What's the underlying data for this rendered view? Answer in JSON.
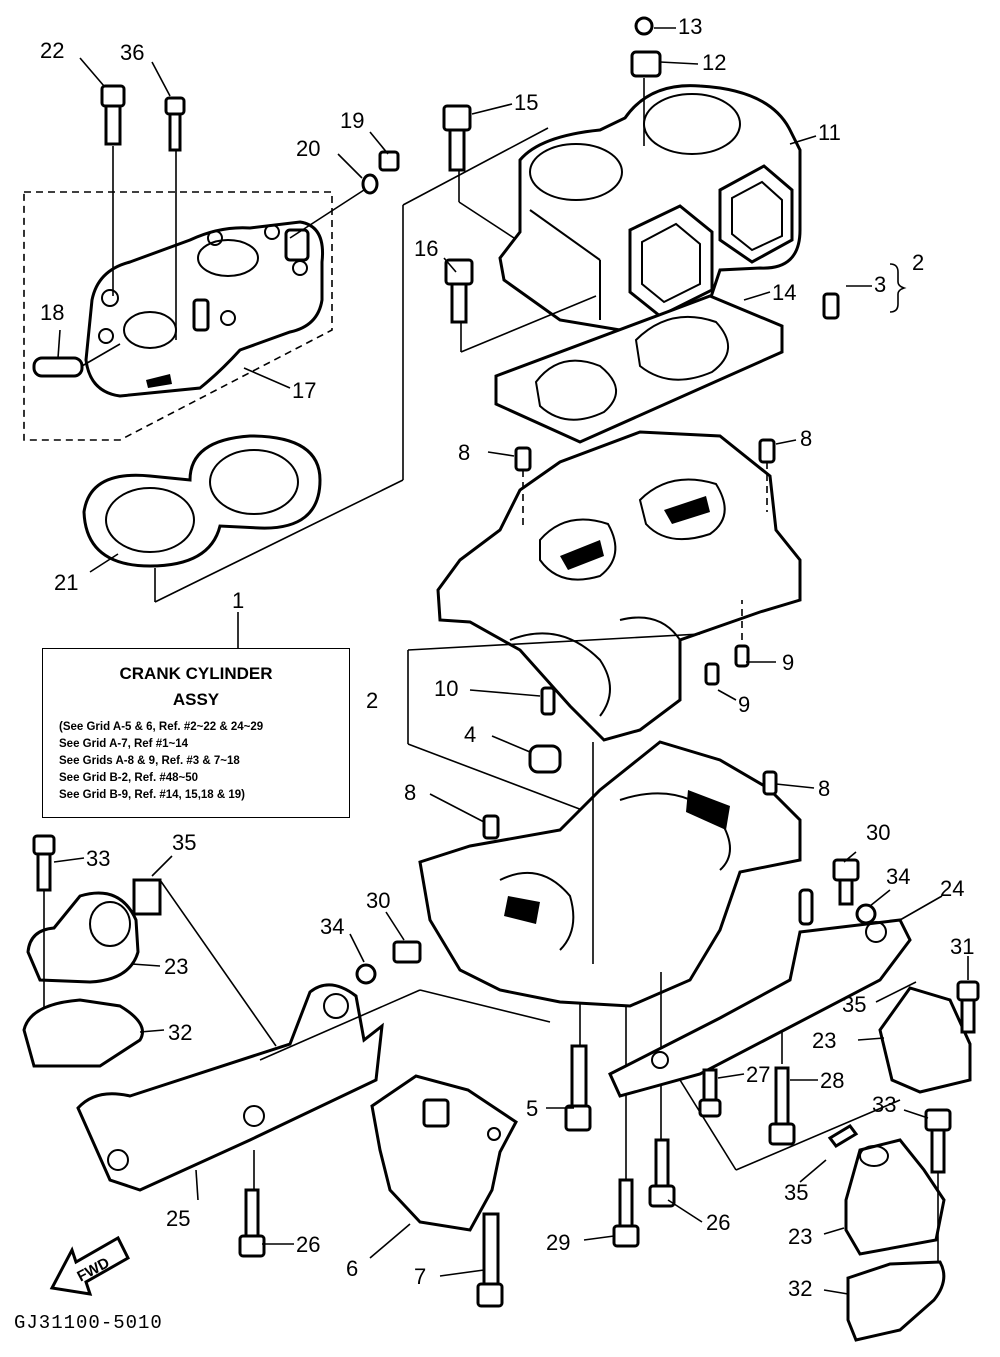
{
  "ref_box": {
    "part_number": "1",
    "title": "CRANK CYLINDER",
    "subtitle": "ASSY",
    "lines": [
      "(See Grid A-5 & 6, Ref. #2~22 & 24~29",
      "See Grid A-7, Ref #1~14",
      "See Grids A-8 & 9, Ref. #3 & 7~18",
      "See Grid B-2, Ref. #48~50",
      "See Grid B-9, Ref. #14, 15,18 & 19)"
    ]
  },
  "fwd_label": "FWD",
  "drawing_code": "GJ31100-5010",
  "callouts": {
    "c22": "22",
    "c36": "36",
    "c13": "13",
    "c12": "12",
    "c15": "15",
    "c11": "11",
    "c19": "19",
    "c20": "20",
    "c16": "16",
    "c2a": "2",
    "c3": "3",
    "c14": "14",
    "c18": "18",
    "c17": "17",
    "c8a": "8",
    "c8b": "8",
    "c21": "21",
    "c1": "1",
    "c9a": "9",
    "c9b": "9",
    "c2b": "2",
    "c10": "10",
    "c4": "4",
    "c8c": "8",
    "c8d": "8",
    "c33a": "33",
    "c35a": "35",
    "c30a": "30",
    "c34a": "34",
    "c24": "24",
    "c30b": "30",
    "c34b": "34",
    "c31": "31",
    "c23a": "23",
    "c32a": "32",
    "c35b": "35",
    "c23b": "23",
    "c27": "27",
    "c28": "28",
    "c5": "5",
    "c33b": "33",
    "c25": "25",
    "c35c": "35",
    "c26a": "26",
    "c26b": "26",
    "c29": "29",
    "c23c": "23",
    "c6": "6",
    "c7": "7",
    "c32b": "32"
  }
}
